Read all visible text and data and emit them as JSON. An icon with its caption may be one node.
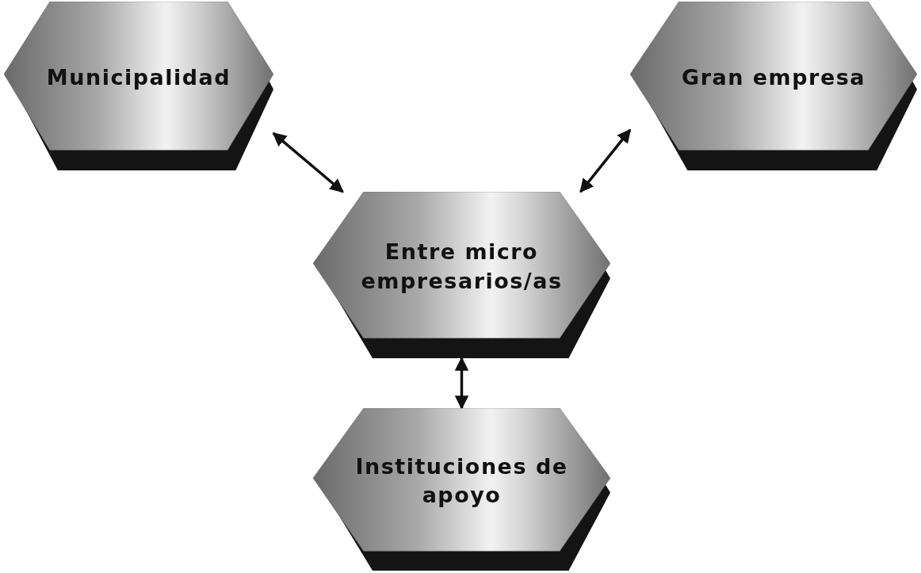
{
  "diagram": {
    "nodes": [
      {
        "text": [
          "Municipalidad"
        ]
      },
      {
        "text": [
          "Gran empresa"
        ]
      },
      {
        "text": [
          "Entre micro empresarios/as"
        ]
      },
      {
        "text": [
          "Instituciones de apoyo"
        ]
      }
    ],
    "edges": [
      {
        "from": 0,
        "to": 2,
        "arrow": "both"
      },
      {
        "from": 1,
        "to": 2,
        "arrow": "both"
      },
      {
        "from": 2,
        "to": 3,
        "arrow": "both"
      }
    ]
  }
}
